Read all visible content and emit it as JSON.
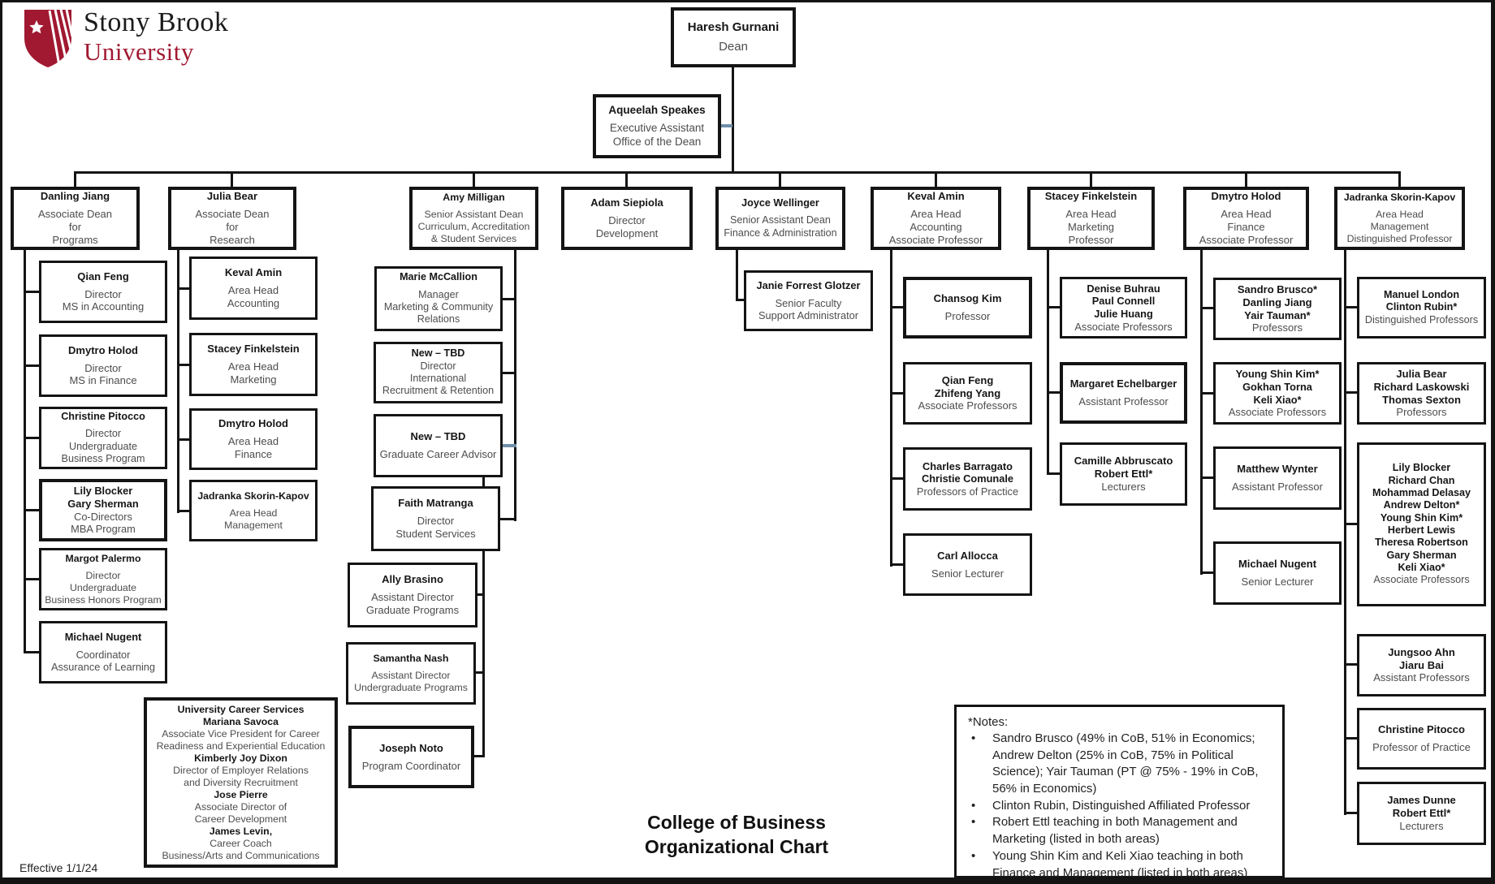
{
  "logo": {
    "line1": "Stony Brook",
    "line2": "University"
  },
  "title": {
    "line1": "College of Business",
    "line2": "Organizational Chart"
  },
  "effective_date": "Effective 1/1/24",
  "colors": {
    "brand_red": "#A01931",
    "connector_black": "#141414",
    "connector_blue": "#6f8ea8"
  },
  "notes": {
    "heading": "*Notes:",
    "items": [
      "Sandro Brusco (49% in CoB, 51% in Economics; Andrew Delton (25% in CoB, 75% in Political Science);  Yair Tauman (PT @ 75% - 19% in CoB, 56% in Economics)",
      "Clinton Rubin, Distinguished Affiliated Professor",
      "Robert Ettl teaching in both Management and Marketing (listed in both areas)",
      "Young Shin Kim and Keli Xiao teaching in both Finance and Management (listed in both areas)"
    ]
  },
  "org": {
    "nodes": [
      {
        "id": "dean",
        "lines": [
          {
            "t": "Haresh Gurnani",
            "b": true
          },
          {
            "t": "Dean",
            "b": false
          }
        ]
      },
      {
        "id": "exec",
        "lines": [
          {
            "t": "Aqueelah Speakes",
            "b": true
          },
          {
            "t": "Executive Assistant",
            "b": false
          },
          {
            "t": "Office of the Dean",
            "b": false
          }
        ]
      },
      {
        "id": "r2_programs",
        "lines": [
          {
            "t": "Danling Jiang",
            "b": true
          },
          {
            "t": "Associate Dean",
            "b": false
          },
          {
            "t": "for",
            "b": false
          },
          {
            "t": "Programs",
            "b": false
          }
        ]
      },
      {
        "id": "r2_research",
        "lines": [
          {
            "t": "Julia Bear",
            "b": true
          },
          {
            "t": "Associate Dean",
            "b": false
          },
          {
            "t": "for",
            "b": false
          },
          {
            "t": "Research",
            "b": false
          }
        ]
      },
      {
        "id": "r2_curriculum",
        "lines": [
          {
            "t": "Amy Milligan",
            "b": true
          },
          {
            "t": "Senior Assistant Dean",
            "b": false
          },
          {
            "t": "Curriculum, Accreditation",
            "b": false
          },
          {
            "t": "& Student Services",
            "b": false
          }
        ]
      },
      {
        "id": "r2_development",
        "lines": [
          {
            "t": "Adam Siepiola",
            "b": true
          },
          {
            "t": "Director",
            "b": false
          },
          {
            "t": "Development",
            "b": false
          }
        ]
      },
      {
        "id": "r2_finadmin",
        "lines": [
          {
            "t": "Joyce Wellinger",
            "b": true
          },
          {
            "t": "Senior Assistant Dean",
            "b": false
          },
          {
            "t": "Finance & Administration",
            "b": false
          }
        ]
      },
      {
        "id": "r2_accounting",
        "lines": [
          {
            "t": "Keval Amin",
            "b": true
          },
          {
            "t": "Area Head",
            "b": false
          },
          {
            "t": "Accounting",
            "b": false
          },
          {
            "t": "Associate Professor",
            "b": false
          }
        ]
      },
      {
        "id": "r2_marketing",
        "lines": [
          {
            "t": "Stacey Finkelstein",
            "b": true
          },
          {
            "t": "Area Head",
            "b": false
          },
          {
            "t": "Marketing",
            "b": false
          },
          {
            "t": "Professor",
            "b": false
          }
        ]
      },
      {
        "id": "r2_finance",
        "lines": [
          {
            "t": "Dmytro Holod",
            "b": true
          },
          {
            "t": "Area Head",
            "b": false
          },
          {
            "t": "Finance",
            "b": false
          },
          {
            "t": "Associate Professor",
            "b": false
          }
        ]
      },
      {
        "id": "r2_management",
        "lines": [
          {
            "t": "Jadranka Skorin-Kapov",
            "b": true
          },
          {
            "t": "Area Head",
            "b": false
          },
          {
            "t": "Management",
            "b": false
          },
          {
            "t": "Distinguished Professor",
            "b": false
          }
        ]
      },
      {
        "id": "c1_qianfeng",
        "lines": [
          {
            "t": "Qian Feng",
            "b": true
          },
          {
            "t": "Director",
            "b": false
          },
          {
            "t": "MS in Accounting",
            "b": false
          }
        ]
      },
      {
        "id": "c1_dmytro",
        "lines": [
          {
            "t": "Dmytro Holod",
            "b": true
          },
          {
            "t": "Director",
            "b": false
          },
          {
            "t": "MS in Finance",
            "b": false
          }
        ]
      },
      {
        "id": "c1_christine",
        "lines": [
          {
            "t": "Christine Pitocco",
            "b": true
          },
          {
            "t": "Director",
            "b": false
          },
          {
            "t": "Undergraduate",
            "b": false
          },
          {
            "t": "Business Program",
            "b": false
          }
        ]
      },
      {
        "id": "c1_mba",
        "lines": [
          {
            "t": "Lily Blocker",
            "b": true
          },
          {
            "t": "Gary Sherman",
            "b": true
          },
          {
            "t": "Co-Directors",
            "b": false
          },
          {
            "t": "MBA Program",
            "b": false
          }
        ]
      },
      {
        "id": "c1_margot",
        "lines": [
          {
            "t": "Margot Palermo",
            "b": true
          },
          {
            "t": "Director",
            "b": false
          },
          {
            "t": "Undergraduate",
            "b": false
          },
          {
            "t": "Business Honors Program",
            "b": false
          }
        ]
      },
      {
        "id": "c1_nugent",
        "lines": [
          {
            "t": "Michael Nugent",
            "b": true
          },
          {
            "t": "Coordinator",
            "b": false
          },
          {
            "t": "Assurance of Learning",
            "b": false
          }
        ]
      },
      {
        "id": "c2_keval",
        "lines": [
          {
            "t": "Keval Amin",
            "b": true
          },
          {
            "t": "Area Head",
            "b": false
          },
          {
            "t": "Accounting",
            "b": false
          }
        ]
      },
      {
        "id": "c2_stacey",
        "lines": [
          {
            "t": "Stacey Finkelstein",
            "b": true
          },
          {
            "t": "Area Head",
            "b": false
          },
          {
            "t": "Marketing",
            "b": false
          }
        ]
      },
      {
        "id": "c2_dmytro",
        "lines": [
          {
            "t": "Dmytro Holod",
            "b": true
          },
          {
            "t": "Area Head",
            "b": false
          },
          {
            "t": "Finance",
            "b": false
          }
        ]
      },
      {
        "id": "c2_jadranka",
        "lines": [
          {
            "t": "Jadranka Skorin-Kapov",
            "b": true
          },
          {
            "t": "Area Head",
            "b": false
          },
          {
            "t": "Management",
            "b": false
          }
        ]
      },
      {
        "id": "c3_marie",
        "lines": [
          {
            "t": "Marie McCallion",
            "b": true
          },
          {
            "t": "Manager",
            "b": false
          },
          {
            "t": "Marketing & Community",
            "b": false
          },
          {
            "t": "Relations",
            "b": false
          }
        ]
      },
      {
        "id": "c3_tbd_intl",
        "lines": [
          {
            "t": "New – TBD",
            "b": true
          },
          {
            "t": "Director",
            "b": false
          },
          {
            "t": "International",
            "b": false
          },
          {
            "t": "Recruitment & Retention",
            "b": false
          }
        ]
      },
      {
        "id": "c3_tbd_grad",
        "lines": [
          {
            "t": "New – TBD",
            "b": true
          },
          {
            "t": "Graduate Career Advisor",
            "b": false
          }
        ]
      },
      {
        "id": "c3_faith",
        "lines": [
          {
            "t": "Faith Matranga",
            "b": true
          },
          {
            "t": "Director",
            "b": false
          },
          {
            "t": "Student Services",
            "b": false
          }
        ]
      },
      {
        "id": "c3_ally",
        "lines": [
          {
            "t": "Ally Brasino",
            "b": true
          },
          {
            "t": "Assistant Director",
            "b": false
          },
          {
            "t": "Graduate Programs",
            "b": false
          }
        ]
      },
      {
        "id": "c3_samantha",
        "lines": [
          {
            "t": "Samantha Nash",
            "b": true
          },
          {
            "t": "Assistant Director",
            "b": false
          },
          {
            "t": "Undergraduate Programs",
            "b": false
          }
        ]
      },
      {
        "id": "c3_joseph",
        "lines": [
          {
            "t": "Joseph Noto",
            "b": true
          },
          {
            "t": "Program Coordinator",
            "b": false
          }
        ]
      },
      {
        "id": "ucs",
        "lines": [
          {
            "t": "University Career Services",
            "b": true
          },
          {
            "t": "Mariana Savoca",
            "b": true
          },
          {
            "t": "Associate Vice President for Career",
            "b": false
          },
          {
            "t": "Readiness and Experiential Education",
            "b": false
          },
          {
            "t": "Kimberly Joy Dixon",
            "b": true
          },
          {
            "t": "Director of Employer Relations",
            "b": false
          },
          {
            "t": "and Diversity Recruitment",
            "b": false
          },
          {
            "t": "Jose Pierre",
            "b": true
          },
          {
            "t": "Associate Director of",
            "b": false
          },
          {
            "t": "Career Development",
            "b": false
          },
          {
            "t": "James Levin,",
            "b": true
          },
          {
            "t": "Career Coach",
            "b": false
          },
          {
            "t": "Business/Arts and Communications",
            "b": false
          }
        ]
      },
      {
        "id": "janie",
        "lines": [
          {
            "t": "Janie Forrest Glotzer",
            "b": true
          },
          {
            "t": "Senior Faculty",
            "b": false
          },
          {
            "t": "Support Administrator",
            "b": false
          }
        ]
      },
      {
        "id": "a_chansog",
        "lines": [
          {
            "t": "Chansog Kim",
            "b": true
          },
          {
            "t": "Professor",
            "b": false
          }
        ]
      },
      {
        "id": "a_feng_yang",
        "lines": [
          {
            "t": "Qian Feng",
            "b": true
          },
          {
            "t": "Zhifeng Yang",
            "b": true
          },
          {
            "t": "Associate Professors",
            "b": false
          }
        ]
      },
      {
        "id": "a_barragato",
        "lines": [
          {
            "t": "Charles Barragato",
            "b": true
          },
          {
            "t": "Christie Comunale",
            "b": true
          },
          {
            "t": "Professors of Practice",
            "b": false
          }
        ]
      },
      {
        "id": "a_allocca",
        "lines": [
          {
            "t": "Carl Allocca",
            "b": true
          },
          {
            "t": "Senior Lecturer",
            "b": false
          }
        ]
      },
      {
        "id": "m_buhrau",
        "lines": [
          {
            "t": "Denise Buhrau",
            "b": true
          },
          {
            "t": "Paul Connell",
            "b": true
          },
          {
            "t": "Julie Huang",
            "b": true
          },
          {
            "t": "Associate Professors",
            "b": false
          }
        ]
      },
      {
        "id": "m_echelbarger",
        "lines": [
          {
            "t": "Margaret Echelbarger",
            "b": true
          },
          {
            "t": "Assistant Professor",
            "b": false
          }
        ]
      },
      {
        "id": "m_abbruscato",
        "lines": [
          {
            "t": "Camille Abbruscato",
            "b": true
          },
          {
            "t": "Robert Ettl*",
            "b": true
          },
          {
            "t": "Lecturers",
            "b": false
          }
        ]
      },
      {
        "id": "f_brusco",
        "lines": [
          {
            "t": "Sandro Brusco*",
            "b": true
          },
          {
            "t": "Danling Jiang",
            "b": true
          },
          {
            "t": "Yair Tauman*",
            "b": true
          },
          {
            "t": "Professors",
            "b": false
          }
        ]
      },
      {
        "id": "f_kim",
        "lines": [
          {
            "t": "Young Shin Kim*",
            "b": true
          },
          {
            "t": "Gokhan Torna",
            "b": true
          },
          {
            "t": "Keli Xiao*",
            "b": true
          },
          {
            "t": "Associate Professors",
            "b": false
          }
        ]
      },
      {
        "id": "f_wynter",
        "lines": [
          {
            "t": "Matthew Wynter",
            "b": true
          },
          {
            "t": "Assistant Professor",
            "b": false
          }
        ]
      },
      {
        "id": "f_nugent",
        "lines": [
          {
            "t": "Michael Nugent",
            "b": true
          },
          {
            "t": "Senior Lecturer",
            "b": false
          }
        ]
      },
      {
        "id": "g_london",
        "lines": [
          {
            "t": "Manuel London",
            "b": true
          },
          {
            "t": "Clinton Rubin*",
            "b": true
          },
          {
            "t": "Distinguished Professors",
            "b": false
          }
        ]
      },
      {
        "id": "g_bear",
        "lines": [
          {
            "t": "Julia Bear",
            "b": true
          },
          {
            "t": "Richard Laskowski",
            "b": true
          },
          {
            "t": "Thomas Sexton",
            "b": true
          },
          {
            "t": "Professors",
            "b": false
          }
        ]
      },
      {
        "id": "g_assoc",
        "lines": [
          {
            "t": "Lily Blocker",
            "b": true
          },
          {
            "t": "Richard Chan",
            "b": true
          },
          {
            "t": "Mohammad Delasay",
            "b": true
          },
          {
            "t": "Andrew Delton*",
            "b": true
          },
          {
            "t": "Young Shin Kim*",
            "b": true
          },
          {
            "t": "Herbert Lewis",
            "b": true
          },
          {
            "t": "Theresa Robertson",
            "b": true
          },
          {
            "t": "Gary Sherman",
            "b": true
          },
          {
            "t": "Keli Xiao*",
            "b": true
          },
          {
            "t": "Associate Professors",
            "b": false
          }
        ]
      },
      {
        "id": "g_ahn",
        "lines": [
          {
            "t": "Jungsoo Ahn",
            "b": true
          },
          {
            "t": "Jiaru Bai",
            "b": true
          },
          {
            "t": "Assistant Professors",
            "b": false
          }
        ]
      },
      {
        "id": "g_pitocco",
        "lines": [
          {
            "t": "Christine Pitocco",
            "b": true
          },
          {
            "t": "Professor of Practice",
            "b": false
          }
        ]
      },
      {
        "id": "g_dunne",
        "lines": [
          {
            "t": "James Dunne",
            "b": true
          },
          {
            "t": "Robert Ettl*",
            "b": true
          },
          {
            "t": "Lecturers",
            "b": false
          }
        ]
      }
    ]
  }
}
